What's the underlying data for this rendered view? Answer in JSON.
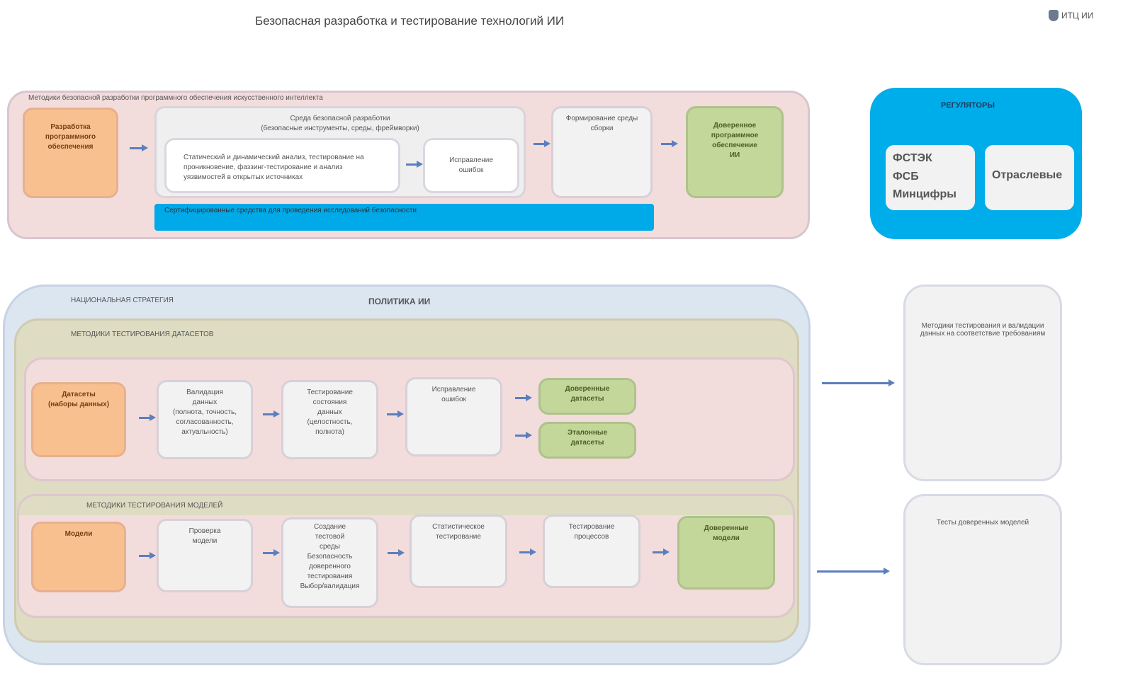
{
  "title": "Безопасная разработка и тестирование технологий ИИ",
  "logo_text": "ИТЦ ИИ",
  "top_section": {
    "label": "Методики безопасной разработки программного обеспечения искусственного интеллекта",
    "source": "Разработка\nпрограммного\nобеспечения",
    "env": "Среда безопасной разработки\n(безопасные инструменты, среды, фреймворки)",
    "testing": "Статический и динамический анализ, тестирование на проникновение, фаззинг-тестирование и анализ\nуязвимостей в открытых источниках",
    "fix": "Исправление\nошибок",
    "form": "Формирование среды\nсборки",
    "result": "Доверенное\nпрограммное\nобеспечение\nИИ",
    "bar": "Сертифицированные средства для проведения исследований безопасности"
  },
  "regulators": {
    "title": "РЕГУЛЯТОРЫ",
    "list": [
      "ФСТЭК",
      "ФСБ",
      "Минцифры"
    ],
    "other": "Отраслевые"
  },
  "bottom_section": {
    "strategy": "НАЦИОНАЛЬНАЯ СТРАТЕГИЯ",
    "policy": "ПОЛИТИКА ИИ",
    "datasets_label": "МЕТОДИКИ ТЕСТИРОВАНИЯ ДАТАСЕТОВ",
    "models_label": "МЕТОДИКИ ТЕСТИРОВАНИЯ МОДЕЛЕЙ",
    "ds_source": "Датасеты\n(наборы данных)",
    "ds_step1": "Валидация\nданных\n(полнота, точность,\nсогласованность,\nактуальность)",
    "ds_step2": "Тестирование\nсостояния\nданных\n(целостность,\nполнота)",
    "ds_fix": "Исправление\nошибок",
    "ds_result1": "Доверенные\nдатасеты",
    "ds_result2": "Эталонные\nдатасеты",
    "m_source": "Модели",
    "m_step1": "Проверка\nмодели",
    "m_step2": "Создание\nтестовой\nсреды\nБезопасность\nдоверенного\nтестирования\nВыбор/валидация",
    "m_step3": "Статистическое\nтестирование",
    "m_step4": "Тестирование\nпроцессов",
    "m_result": "Доверенные\nмодели"
  },
  "side": {
    "box1": "Методики тестирования и валидации данных на соответствие требованиям",
    "box2": "Тесты доверенных моделей"
  }
}
